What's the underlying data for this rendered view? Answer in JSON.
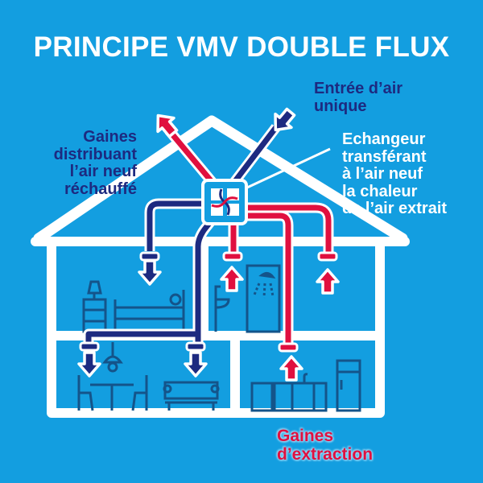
{
  "title": "PRINCIPE VMV DOUBLE FLUX",
  "labels": {
    "entree": [
      "Entrée d’air",
      "unique"
    ],
    "gaines_distribuant": [
      "Gaines",
      "distribuant",
      "l’air neuf",
      "réchauffé"
    ],
    "echangeur": [
      "Echangeur",
      "transférant",
      "à l’air neuf",
      "la chaleur",
      "de l’air extrait"
    ],
    "extraction": [
      "Gaines",
      "d’extraction"
    ]
  },
  "colors": {
    "background": "#139ee0",
    "fresh_air": "#1d2a80",
    "extract_air": "#e0103f",
    "outline": "#ffffff"
  },
  "icons": [
    "fan-exchanger-icon",
    "lamp-icon",
    "dresser-icon",
    "bed-icon",
    "sink-icon",
    "shower-icon",
    "ceiling-lamp-icon",
    "table-icon",
    "chair-icon",
    "sofa-icon",
    "kitchen-cabinet-icon",
    "fridge-icon"
  ]
}
